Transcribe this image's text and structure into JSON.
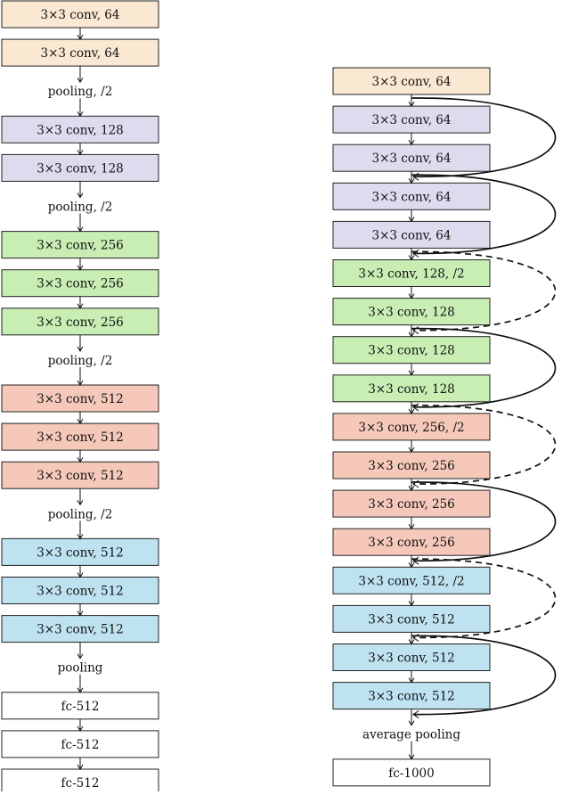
{
  "colors": {
    "beige": "#FAE8D2",
    "lavender": "#E0DAEE",
    "green": "#C8EEB4",
    "salmon": "#F5C8BA",
    "blue": "#BEE2F0",
    "white": "#FFFFFF"
  },
  "left_column": [
    {
      "kind": "box",
      "label": "3×3 conv, 64",
      "color": "beige"
    },
    {
      "kind": "box",
      "label": "3×3 conv, 64",
      "color": "beige"
    },
    {
      "kind": "text",
      "label": "pooling, /2"
    },
    {
      "kind": "box",
      "label": "3×3 conv, 128",
      "color": "lavender"
    },
    {
      "kind": "box",
      "label": "3×3 conv, 128",
      "color": "lavender"
    },
    {
      "kind": "text",
      "label": "pooling, /2"
    },
    {
      "kind": "box",
      "label": "3×3 conv, 256",
      "color": "green"
    },
    {
      "kind": "box",
      "label": "3×3 conv, 256",
      "color": "green"
    },
    {
      "kind": "box",
      "label": "3×3 conv, 256",
      "color": "green"
    },
    {
      "kind": "text",
      "label": "pooling, /2"
    },
    {
      "kind": "box",
      "label": "3×3 conv, 512",
      "color": "salmon"
    },
    {
      "kind": "box",
      "label": "3×3 conv, 512",
      "color": "salmon"
    },
    {
      "kind": "box",
      "label": "3×3 conv, 512",
      "color": "salmon"
    },
    {
      "kind": "text",
      "label": "pooling, /2"
    },
    {
      "kind": "box",
      "label": "3×3 conv, 512",
      "color": "blue"
    },
    {
      "kind": "box",
      "label": "3×3 conv, 512",
      "color": "blue"
    },
    {
      "kind": "box",
      "label": "3×3 conv, 512",
      "color": "blue"
    },
    {
      "kind": "text",
      "label": "pooling"
    },
    {
      "kind": "box",
      "label": "fc-512",
      "color": "white"
    },
    {
      "kind": "box",
      "label": "fc-512",
      "color": "white"
    },
    {
      "kind": "box",
      "label": "fc-512",
      "color": "white"
    }
  ],
  "right_column": [
    {
      "kind": "box",
      "label": "3×3 conv, 64",
      "color": "beige"
    },
    {
      "kind": "box",
      "label": "3×3 conv, 64",
      "color": "lavender"
    },
    {
      "kind": "box",
      "label": "3×3 conv, 64",
      "color": "lavender"
    },
    {
      "kind": "box",
      "label": "3×3 conv, 64",
      "color": "lavender"
    },
    {
      "kind": "box",
      "label": "3×3 conv, 64",
      "color": "lavender"
    },
    {
      "kind": "box",
      "label": "3×3 conv, 128, /2",
      "color": "green"
    },
    {
      "kind": "box",
      "label": "3×3 conv, 128",
      "color": "green"
    },
    {
      "kind": "box",
      "label": "3×3 conv, 128",
      "color": "green"
    },
    {
      "kind": "box",
      "label": "3×3 conv, 128",
      "color": "green"
    },
    {
      "kind": "box",
      "label": "3×3 conv, 256, /2",
      "color": "salmon"
    },
    {
      "kind": "box",
      "label": "3×3 conv, 256",
      "color": "salmon"
    },
    {
      "kind": "box",
      "label": "3×3 conv, 256",
      "color": "salmon"
    },
    {
      "kind": "box",
      "label": "3×3 conv, 256",
      "color": "salmon"
    },
    {
      "kind": "box",
      "label": "3×3 conv, 512, /2",
      "color": "blue"
    },
    {
      "kind": "box",
      "label": "3×3 conv, 512",
      "color": "blue"
    },
    {
      "kind": "box",
      "label": "3×3 conv, 512",
      "color": "blue"
    },
    {
      "kind": "box",
      "label": "3×3 conv, 512",
      "color": "blue"
    },
    {
      "kind": "text",
      "label": "average pooling"
    },
    {
      "kind": "box",
      "label": "fc-1000",
      "color": "white"
    }
  ],
  "skip_connections": [
    {
      "from": 0,
      "to": 2,
      "style": "solid"
    },
    {
      "from": 2,
      "to": 4,
      "style": "solid"
    },
    {
      "from": 4,
      "to": 6,
      "style": "dashed"
    },
    {
      "from": 6,
      "to": 8,
      "style": "solid"
    },
    {
      "from": 8,
      "to": 10,
      "style": "dashed"
    },
    {
      "from": 10,
      "to": 12,
      "style": "solid"
    },
    {
      "from": 12,
      "to": 14,
      "style": "dashed"
    },
    {
      "from": 14,
      "to": 16,
      "style": "solid"
    }
  ]
}
